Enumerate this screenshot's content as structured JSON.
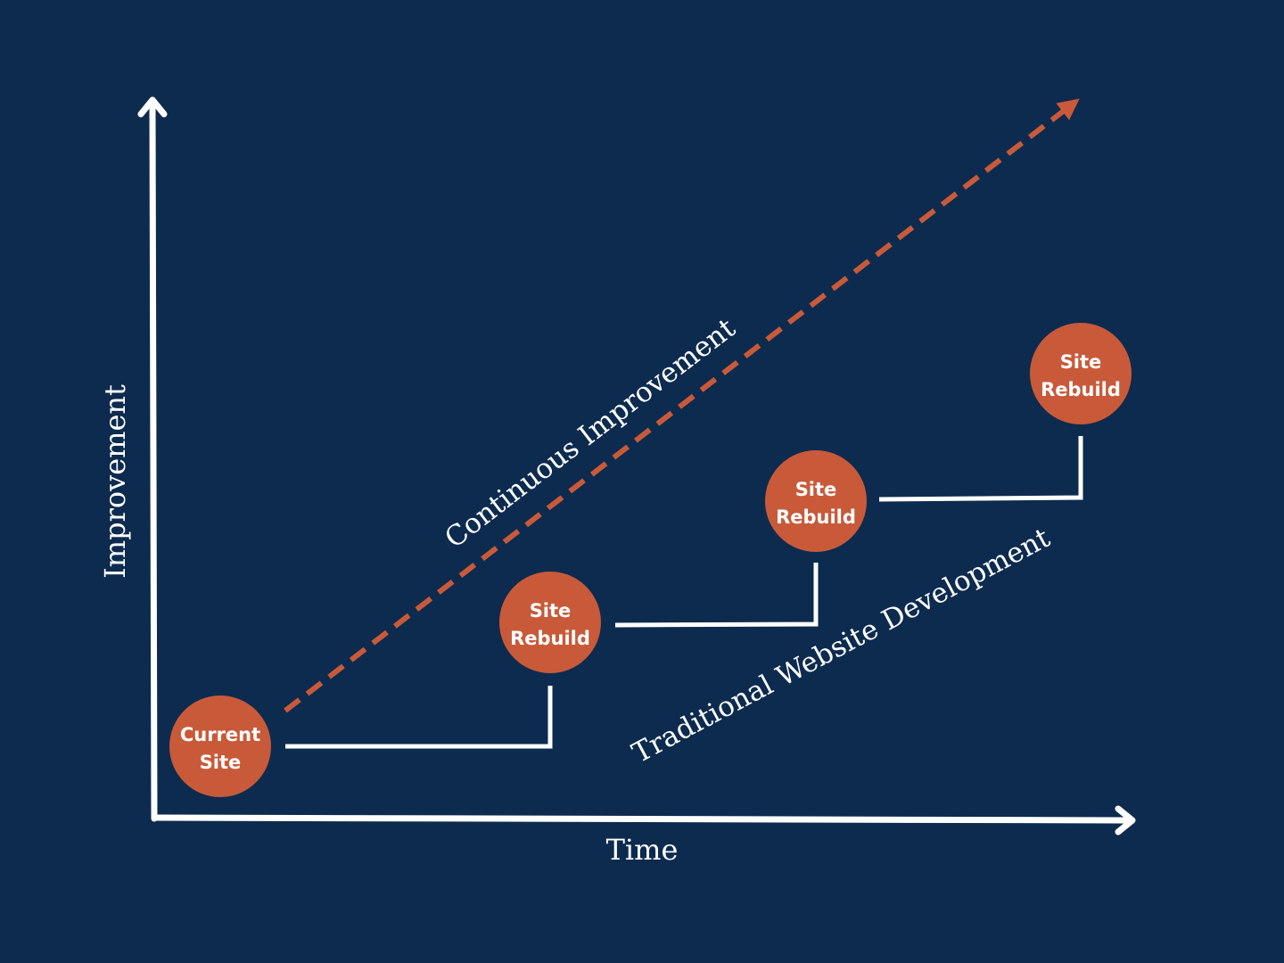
{
  "colors": {
    "background": "#0d2b4e",
    "accent": "#c85a3a",
    "line": "#ffffff"
  },
  "axes": {
    "x_label": "Time",
    "y_label": "Improvement"
  },
  "paths": {
    "continuous_label": "Continuous Improvement",
    "traditional_label": "Traditional Website Development"
  },
  "nodes": [
    {
      "line1": "Current",
      "line2": "Site"
    },
    {
      "line1": "Site",
      "line2": "Rebuild"
    },
    {
      "line1": "Site",
      "line2": "Rebuild"
    },
    {
      "line1": "Site",
      "line2": "Rebuild"
    }
  ]
}
